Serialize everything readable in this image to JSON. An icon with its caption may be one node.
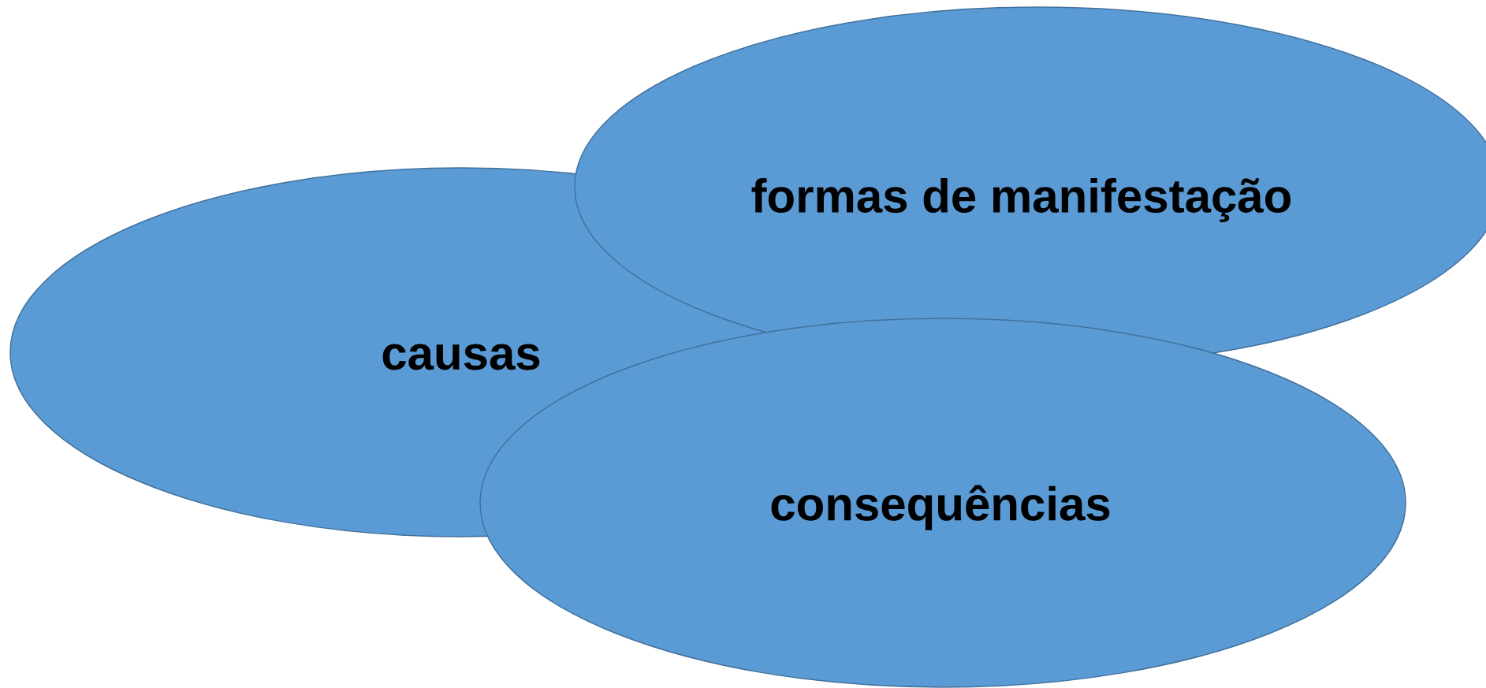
{
  "diagram": {
    "nodes": [
      {
        "text": [
          "causas"
        ]
      },
      {
        "text": [
          "formas de manifestação"
        ]
      },
      {
        "text": [
          "consequências"
        ]
      }
    ]
  }
}
